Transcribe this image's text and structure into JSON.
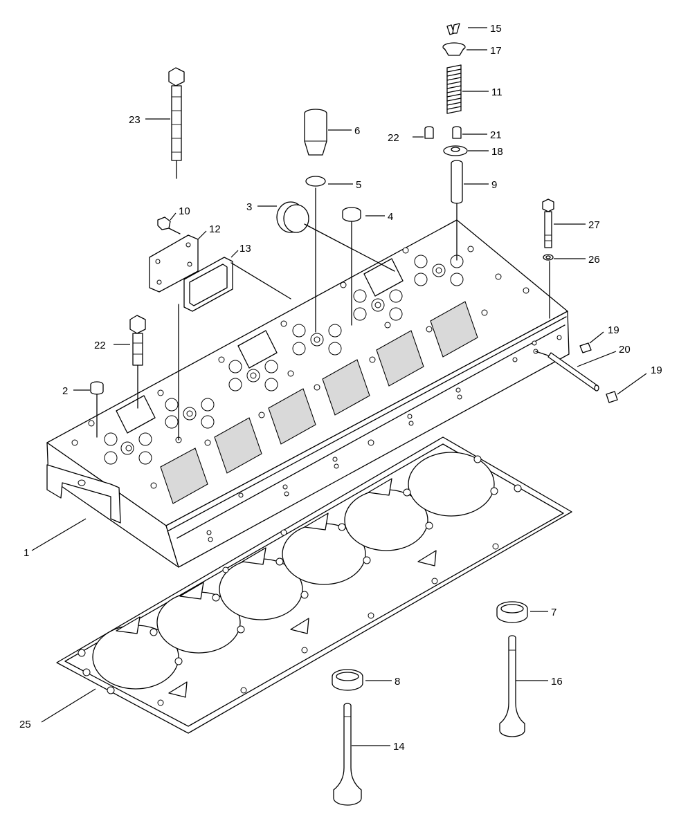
{
  "diagram": {
    "callouts": [
      {
        "id": "c1",
        "label": "1"
      },
      {
        "id": "c2",
        "label": "2"
      },
      {
        "id": "c3",
        "label": "3"
      },
      {
        "id": "c4",
        "label": "4"
      },
      {
        "id": "c5",
        "label": "5"
      },
      {
        "id": "c6",
        "label": "6"
      },
      {
        "id": "c7",
        "label": "7"
      },
      {
        "id": "c8",
        "label": "8"
      },
      {
        "id": "c9",
        "label": "9"
      },
      {
        "id": "c10",
        "label": "10"
      },
      {
        "id": "c11",
        "label": "11"
      },
      {
        "id": "c12",
        "label": "12"
      },
      {
        "id": "c13",
        "label": "13"
      },
      {
        "id": "c14",
        "label": "14"
      },
      {
        "id": "c15",
        "label": "15"
      },
      {
        "id": "c16",
        "label": "16"
      },
      {
        "id": "c17",
        "label": "17"
      },
      {
        "id": "c18",
        "label": "18"
      },
      {
        "id": "c19a",
        "label": "19"
      },
      {
        "id": "c19b",
        "label": "19"
      },
      {
        "id": "c20",
        "label": "20"
      },
      {
        "id": "c21",
        "label": "21"
      },
      {
        "id": "c22a",
        "label": "22"
      },
      {
        "id": "c22b",
        "label": "22"
      },
      {
        "id": "c23",
        "label": "23"
      },
      {
        "id": "c25",
        "label": "25"
      },
      {
        "id": "c26",
        "label": "26"
      },
      {
        "id": "c27",
        "label": "27"
      }
    ]
  }
}
